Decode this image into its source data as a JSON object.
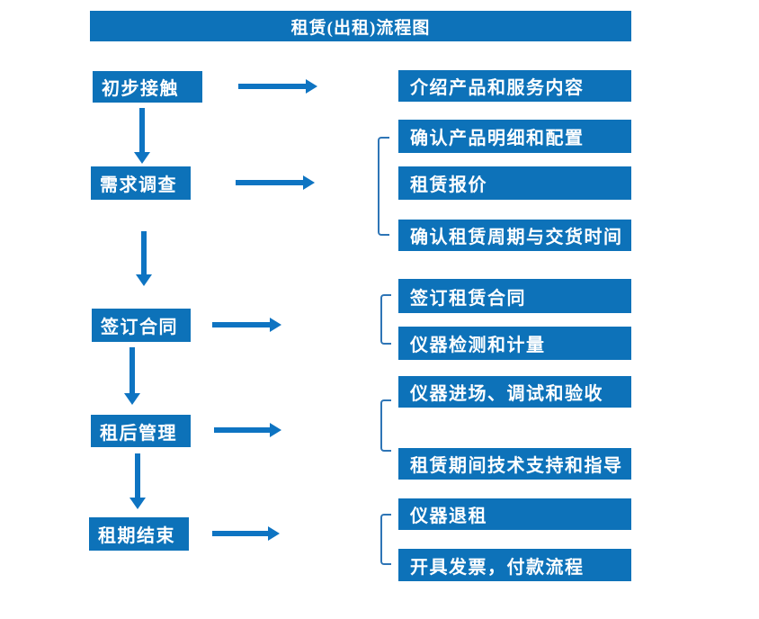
{
  "flow": {
    "title": "租赁(出租)流程图",
    "colors": {
      "box_blue": "#0d72b9",
      "arrow_blue": "#0e74c2",
      "bracket_blue": "#2e75b6",
      "text": "#ffffff"
    },
    "steps": [
      {
        "label": "初步接触",
        "outputs": [
          "介绍产品和服务内容"
        ]
      },
      {
        "label": "需求调查",
        "outputs": [
          "确认产品明细和配置",
          "租赁报价",
          "确认租赁周期与交货时间"
        ]
      },
      {
        "label": "签订合同",
        "outputs": [
          "签订租赁合同",
          "仪器检测和计量"
        ]
      },
      {
        "label": "租后管理",
        "outputs": [
          "仪器进场、调试和验收",
          "租赁期间技术支持和指导"
        ]
      },
      {
        "label": "租期结束",
        "outputs": [
          "仪器退租",
          "开具发票，付款流程"
        ]
      }
    ]
  }
}
